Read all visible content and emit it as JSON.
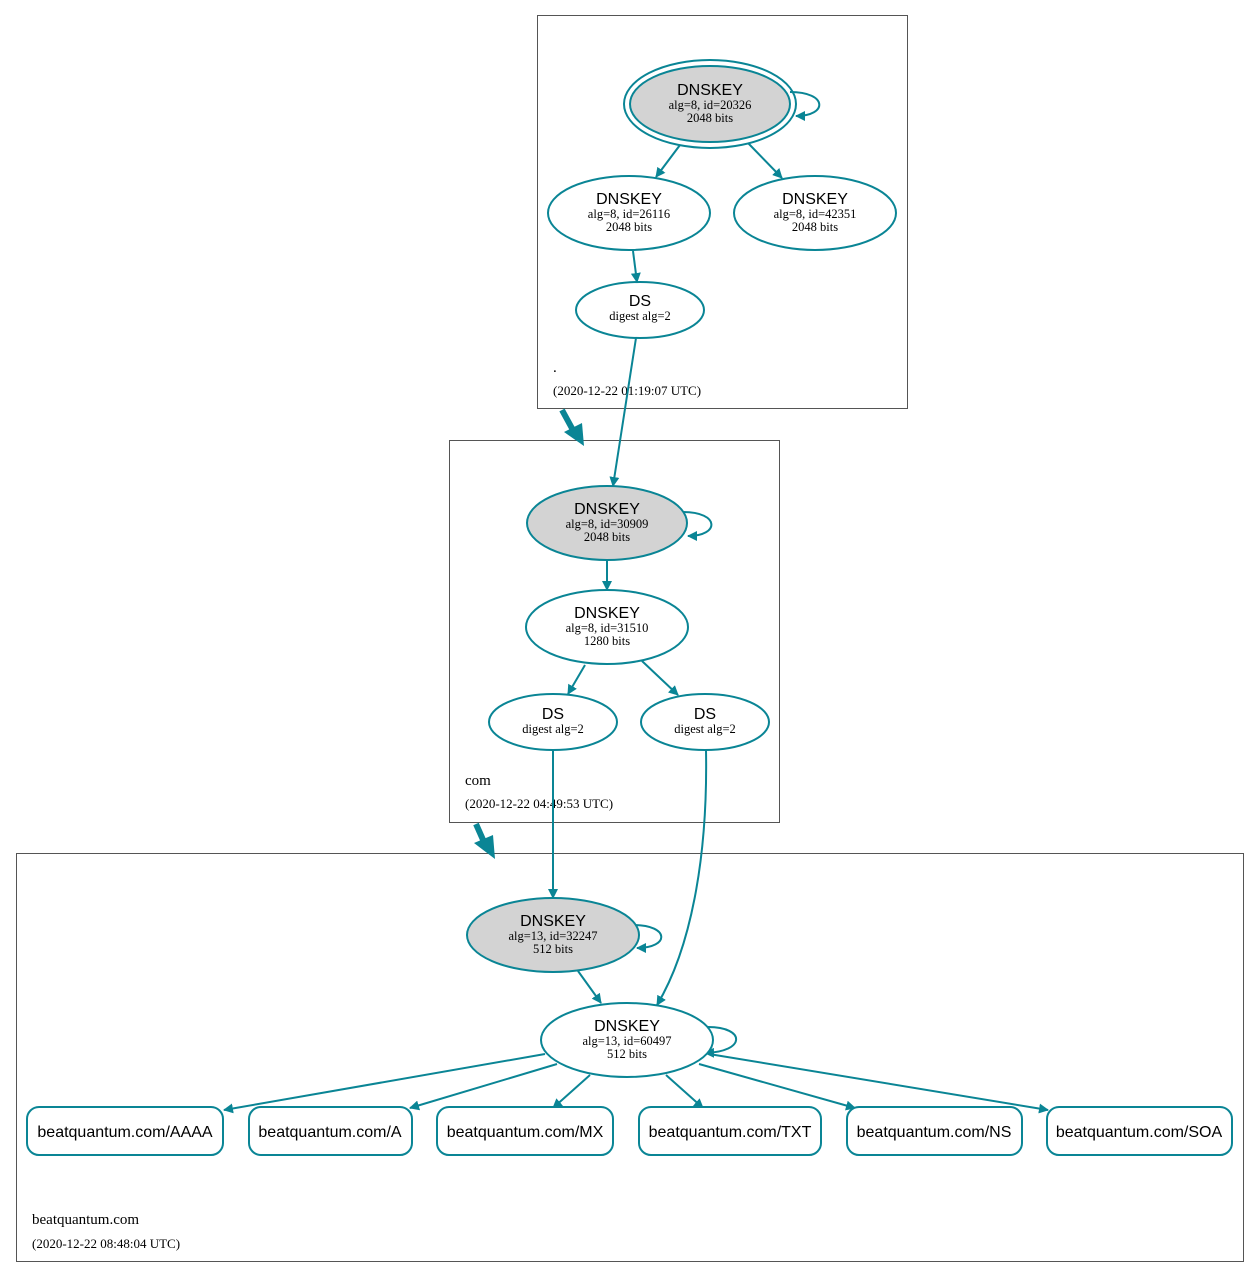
{
  "colors": {
    "accent": "#0a8595",
    "trust_anchor_fill": "#d3d3d3",
    "node_fill": "#ffffff",
    "zone_border": "#555555"
  },
  "zones": {
    "root": {
      "name": ".",
      "timestamp": "(2020-12-22 01:19:07 UTC)"
    },
    "com": {
      "name": "com",
      "timestamp": "(2020-12-22 04:49:53 UTC)"
    },
    "beatquantum": {
      "name": "beatquantum.com",
      "timestamp": "(2020-12-22 08:48:04 UTC)"
    }
  },
  "nodes": {
    "root_ksk": {
      "type": "DNSKEY",
      "info": "alg=8, id=20326",
      "size": "2048 bits"
    },
    "root_zsk1": {
      "type": "DNSKEY",
      "info": "alg=8, id=26116",
      "size": "2048 bits"
    },
    "root_zsk2": {
      "type": "DNSKEY",
      "info": "alg=8, id=42351",
      "size": "2048 bits"
    },
    "root_ds": {
      "type": "DS",
      "info": "digest alg=2"
    },
    "com_ksk": {
      "type": "DNSKEY",
      "info": "alg=8, id=30909",
      "size": "2048 bits"
    },
    "com_zsk": {
      "type": "DNSKEY",
      "info": "alg=8, id=31510",
      "size": "1280 bits"
    },
    "com_ds1": {
      "type": "DS",
      "info": "digest alg=2"
    },
    "com_ds2": {
      "type": "DS",
      "info": "digest alg=2"
    },
    "bq_ksk": {
      "type": "DNSKEY",
      "info": "alg=13, id=32247",
      "size": "512 bits"
    },
    "bq_zsk": {
      "type": "DNSKEY",
      "info": "alg=13, id=60497",
      "size": "512 bits"
    }
  },
  "records": [
    "beatquantum.com/AAAA",
    "beatquantum.com/A",
    "beatquantum.com/MX",
    "beatquantum.com/TXT",
    "beatquantum.com/NS",
    "beatquantum.com/SOA"
  ]
}
